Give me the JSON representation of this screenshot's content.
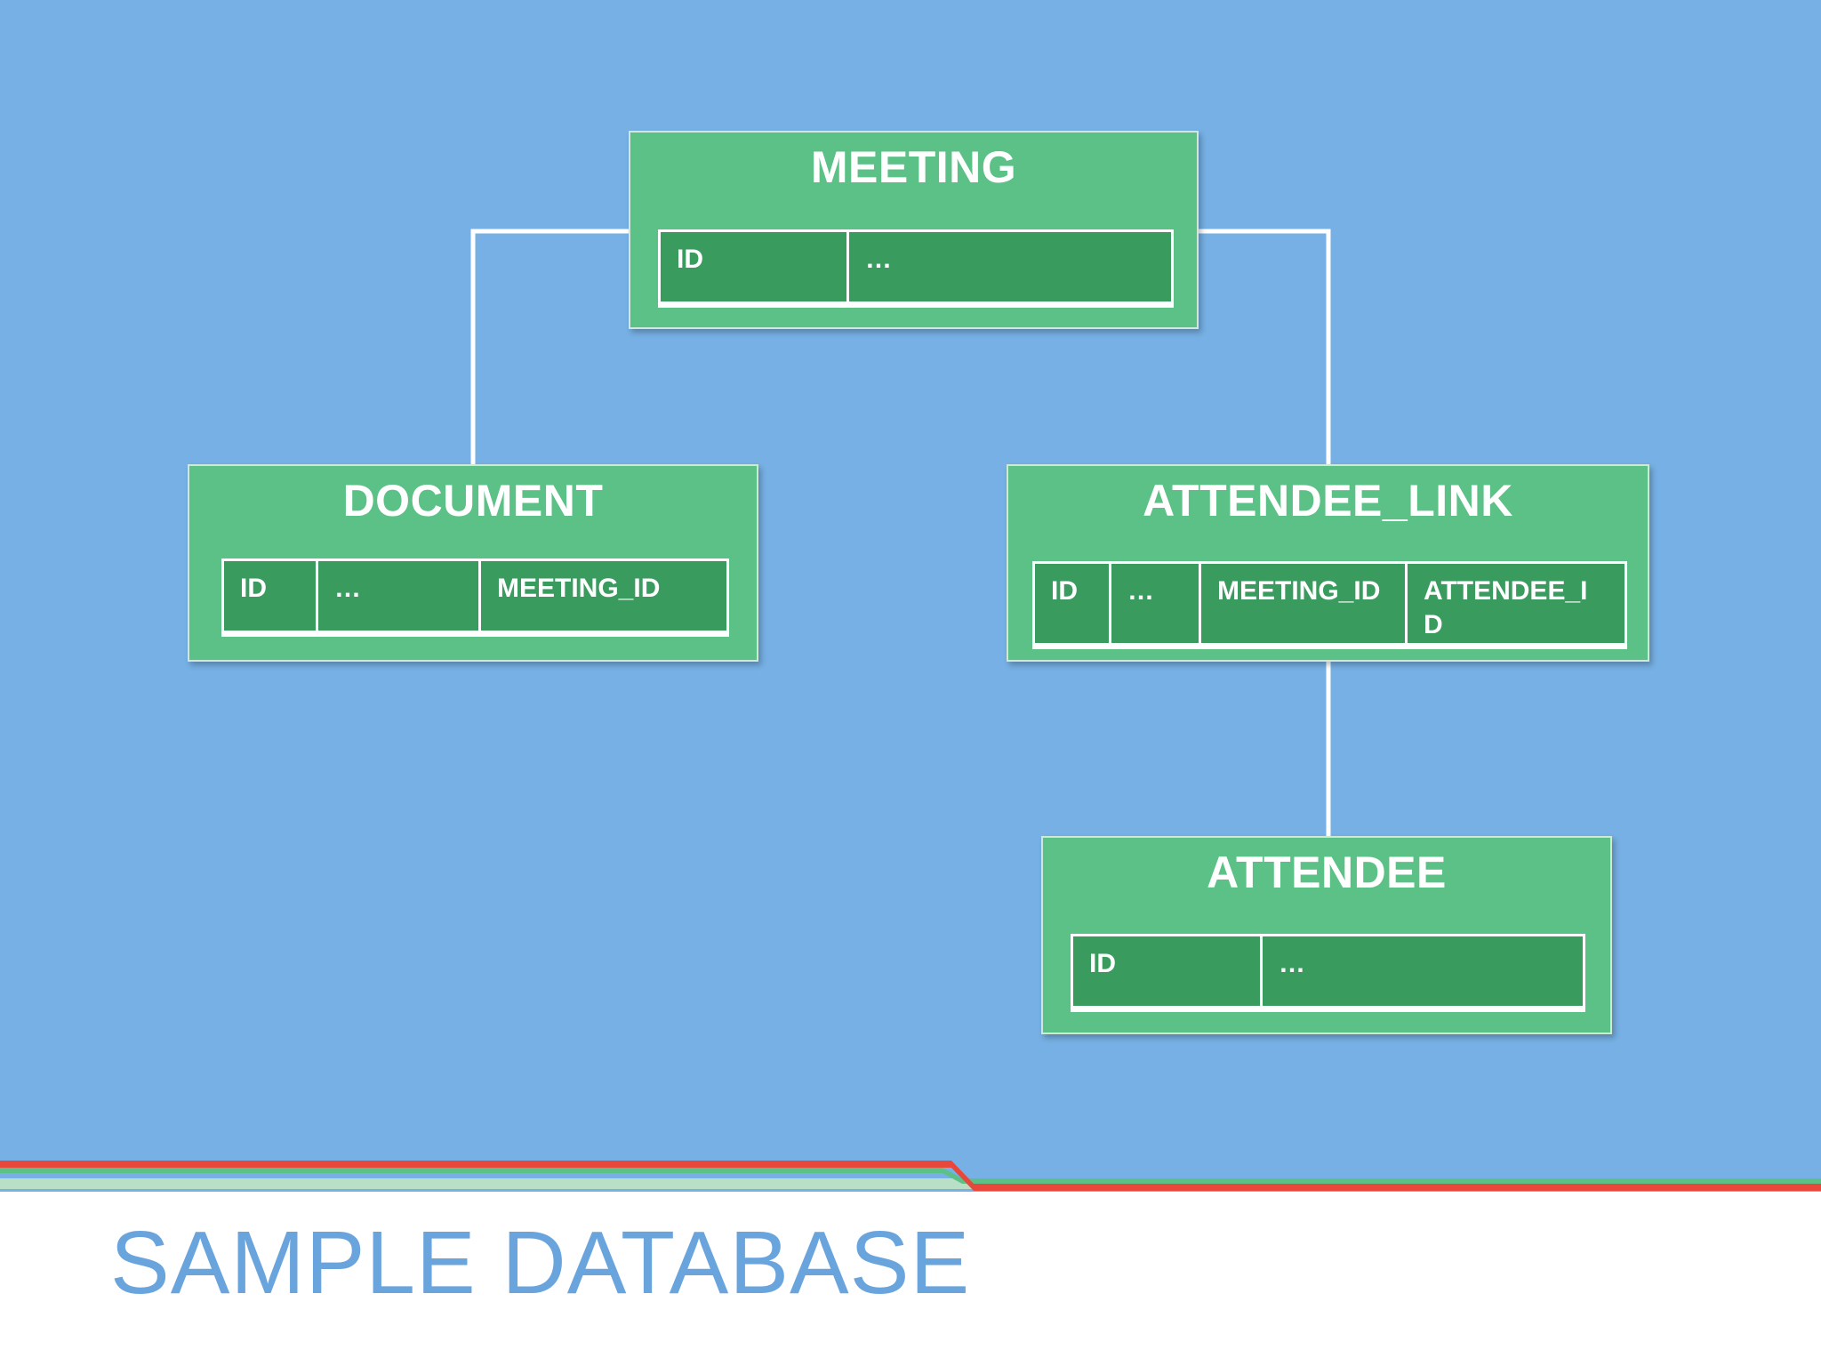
{
  "colors": {
    "background": "#76b0e4",
    "entity_fill": "#5cc186",
    "field_fill": "#3a9b5f",
    "connector": "#ffffff",
    "stripe_red": "#e8473b",
    "stripe_green": "#5cc186",
    "stripe_light": "#b9dfc7",
    "footer_text": "#6aa4dd"
  },
  "entities": {
    "meeting": {
      "title": "MEETING",
      "fields": [
        "ID",
        "…"
      ]
    },
    "document": {
      "title": "DOCUMENT",
      "fields": [
        "ID",
        "…",
        "MEETING_ID"
      ]
    },
    "attendee_link": {
      "title": "ATTENDEE_LINK",
      "fields": [
        "ID",
        "…",
        "MEETING_ID",
        "ATTENDEE_ID"
      ]
    },
    "attendee": {
      "title": "ATTENDEE",
      "fields": [
        "ID",
        "…"
      ]
    }
  },
  "footer": {
    "title": "SAMPLE DATABASE"
  }
}
